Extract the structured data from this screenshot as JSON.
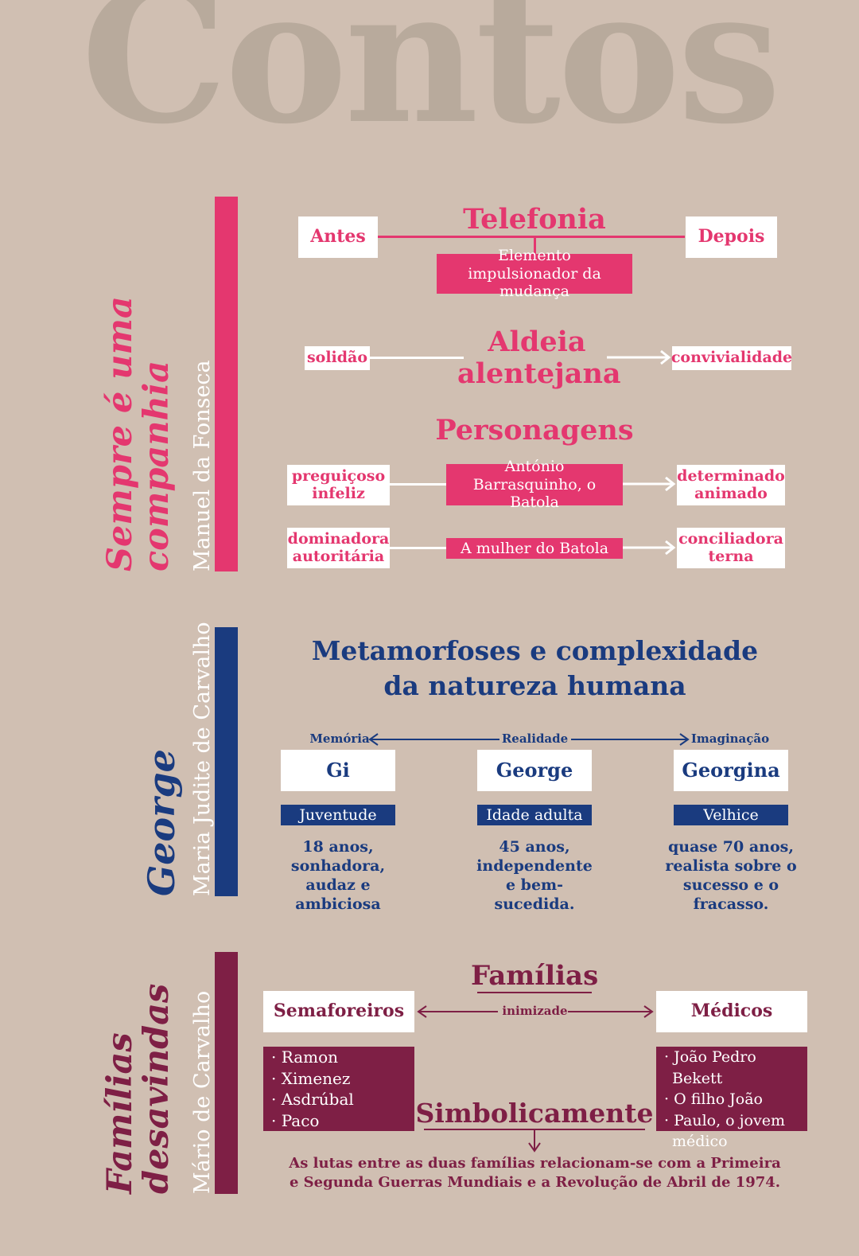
{
  "page_title": "Contos",
  "colors": {
    "background": "#d0bfb2",
    "pink": "#e4376f",
    "navy": "#1a3b7f",
    "wine": "#7e1f45",
    "watermark": "#b8aa9c"
  },
  "section1": {
    "title": "Sempre é uma companhia",
    "author": "Manuel da Fonseca",
    "telefonia": "Telefonia",
    "antes": "Antes",
    "depois": "Depois",
    "element": "Elemento impulsionador da mudança",
    "aldeia": "Aldeia alentejana",
    "solidao": "solidão",
    "convivialidade": "convivialidade",
    "personagens": "Personagens",
    "batola": "António Barrasquinho, o Batola",
    "batola_before": "preguiçoso infeliz",
    "batola_after": "determinado animado",
    "mulher": "A mulher do Batola",
    "mulher_before": "dominadora autoritária",
    "mulher_after": "conciliadora terna"
  },
  "section2": {
    "title": "George",
    "author": "Maria Judite de Carvalho",
    "heading_line1": "Metamorfoses e complexidade",
    "heading_line2": "da natureza humana",
    "memoria": "Memória",
    "realidade": "Realidade",
    "imaginacao": "Imaginação",
    "stages": [
      {
        "name": "Gi",
        "phase": "Juventude",
        "desc": "18 anos, sonhadora, audaz e ambiciosa"
      },
      {
        "name": "George",
        "phase": "Idade adulta",
        "desc": "45 anos, independente e bem-sucedida."
      },
      {
        "name": "Georgina",
        "phase": "Velhice",
        "desc": "quase 70 anos, realista sobre o sucesso e o fracasso."
      }
    ]
  },
  "section3": {
    "title": "Famílias desavindas",
    "author": "Mário de Carvalho",
    "familias": "Famílias",
    "semaforeiros": "Semaforeiros",
    "medicos": "Médicos",
    "inimizade": "inimizade",
    "semaforeiros_members": [
      "Ramon",
      "Ximenez",
      "Asdrúbal",
      "Paco"
    ],
    "medicos_members": [
      "João Pedro Bekett",
      "O filho João",
      "Paulo, o jovem médico"
    ],
    "simbolicamente": "Simbolicamente",
    "conclusion_line1": "As lutas entre as duas famílias relacionam-se com a Primeira",
    "conclusion_line2": "e Segunda Guerras Mundiais e a Revolução de Abril de 1974."
  }
}
